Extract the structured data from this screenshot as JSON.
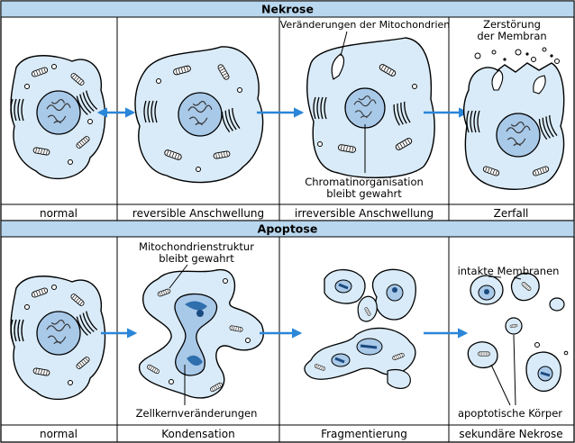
{
  "sections": {
    "necrosis": {
      "title": "Nekrose",
      "captions": [
        "normal",
        "reversible Anschwellung",
        "irreversible Anschwellung",
        "Zerfall"
      ],
      "annotations": {
        "mito_changes": "Veränderungen der Mitochondrien",
        "membrane_destruction_1": "Zerstörung",
        "membrane_destruction_2": "der Membran",
        "chromatin_1": "Chromatinorganisation",
        "chromatin_2": "bleibt gewahrt"
      }
    },
    "apoptosis": {
      "title": "Apoptose",
      "captions": [
        "normal",
        "Kondensation",
        "Fragmentierung",
        "sekundäre Nekrose"
      ],
      "annotations": {
        "mito_structure_1": "Mitochondrienstruktur",
        "mito_structure_2": "bleibt gewahrt",
        "nucleus_changes": "Zellkernveränderungen",
        "intact_membranes": "intakte Membranen",
        "apoptotic_bodies": "apoptotische Körper"
      }
    }
  },
  "colors": {
    "header_bg": "#b9d7ee",
    "cell_fill": "#d9ebf8",
    "nucleus_fill": "#a9c9e8",
    "dark_fill": "#3f7fc0",
    "arrow": "#2a86d8",
    "line": "#000000"
  }
}
